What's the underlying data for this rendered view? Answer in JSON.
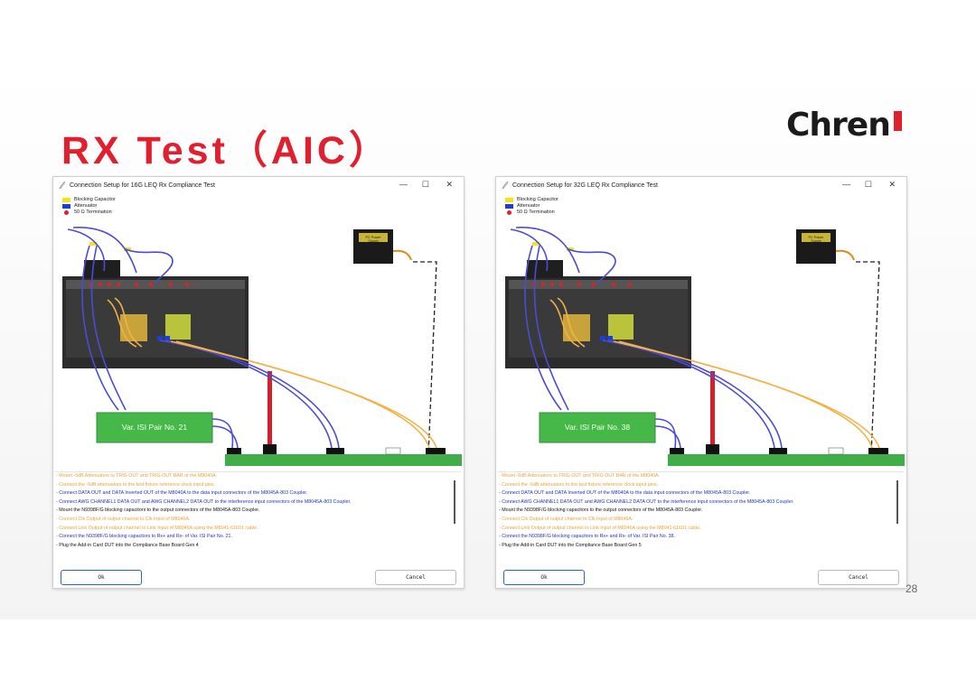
{
  "slide": {
    "title": "RX Test（AIC）",
    "logo_text": "Chren",
    "page_number": "28"
  },
  "colors": {
    "title": "#e0202e",
    "cable_blue": "#4b4bd8",
    "cable_orange": "#f2b248",
    "board_green": "#3fae49",
    "message_orange": "#f0a23a",
    "message_blue": "#1d35c7"
  },
  "window_controls": {
    "minimize": "—",
    "maximize": "☐",
    "close": "✕"
  },
  "legend": {
    "blocking_capacitor": "Blocking Capacitor",
    "attenuator": "Attenuator",
    "termination": "50 Ω Termination"
  },
  "diagram_labels": {
    "power_supply": "PC Power\nSupply"
  },
  "windows": [
    {
      "title": "Connection Setup for 16G LEQ Rx Compliance Test",
      "isi_label": "Var. ISI Pair No. 21",
      "ok_label": "Ok",
      "cancel_label": "Cancel",
      "messages": [
        {
          "text": "- Mount -6dB Attenuators to TRIG OUT and TRIG OUT BAR of the M8040A.",
          "color": "orange"
        },
        {
          "text": "- Connect the -6dB attenuators to the test fixture reference clock input pins.",
          "color": "orange"
        },
        {
          "text": "- Connect DATA OUT and DATA Inverted OUT of the M8040A to the data input connectors of the M8045A-803 Coupler.",
          "color": "blue"
        },
        {
          "text": "- Connect AWG CHANNEL1 DATA OUT and AWG CHANNEL2 DATA OUT to the interference input connectors of the M8045A-803 Coupler.",
          "color": "blue"
        },
        {
          "text": "- Mount the N9398F/G blocking capacitors to the output connectors of the M8045A-803 Coupler.",
          "color": "black"
        },
        {
          "text": "- Connect Clk Output of output channel to Clk Input of M8046A.",
          "color": "orange"
        },
        {
          "text": "- Connect Link Output of output channel to Link Input of M8046A using the M8041-61601 cable.",
          "color": "orange"
        },
        {
          "text": "- Connect the N9398F/G blocking capacitors to Rx+ and Rx- of Var. ISI Pair No. 21.",
          "color": "blue"
        },
        {
          "text": "- Plug the Add-in Card DUT into the Compliance Base Board Gen 4",
          "color": "black"
        }
      ]
    },
    {
      "title": "Connection Setup for 32G LEQ Rx Compliance Test",
      "isi_label": "Var. ISI Pair No. 38",
      "ok_label": "Ok",
      "cancel_label": "Cancel",
      "messages": [
        {
          "text": "- Mount -6dB Attenuators to TRIG OUT and TRIG OUT BAR of the M8040A.",
          "color": "orange"
        },
        {
          "text": "- Connect the -6dB attenuators to the test fixture reference clock input pins.",
          "color": "orange"
        },
        {
          "text": "- Connect DATA OUT and DATA Inverted OUT of the M8040A to the data input connectors of the M8045A-803 Coupler.",
          "color": "blue"
        },
        {
          "text": "- Connect AWG CHANNEL1 DATA OUT and AWG CHANNEL2 DATA OUT to the interference input connectors of the M8045A-803 Coupler.",
          "color": "blue"
        },
        {
          "text": "- Mount the N9398F/G blocking capacitors to the output connectors of the M8045A-803 Coupler.",
          "color": "black"
        },
        {
          "text": "- Connect Clk Output of output channel to Clk Input of M8046A.",
          "color": "orange"
        },
        {
          "text": "- Connect Link Output of output channel to Link Input of M8046A using the M8041-61601 cable.",
          "color": "orange"
        },
        {
          "text": "- Connect the N9398F/G blocking capacitors to Rx+ and Rx- of Var. ISI Pair No. 38.",
          "color": "blue"
        },
        {
          "text": "- Plug the Add-in Card DUT into the Compliance Base Board Gen 5",
          "color": "black"
        }
      ]
    }
  ]
}
